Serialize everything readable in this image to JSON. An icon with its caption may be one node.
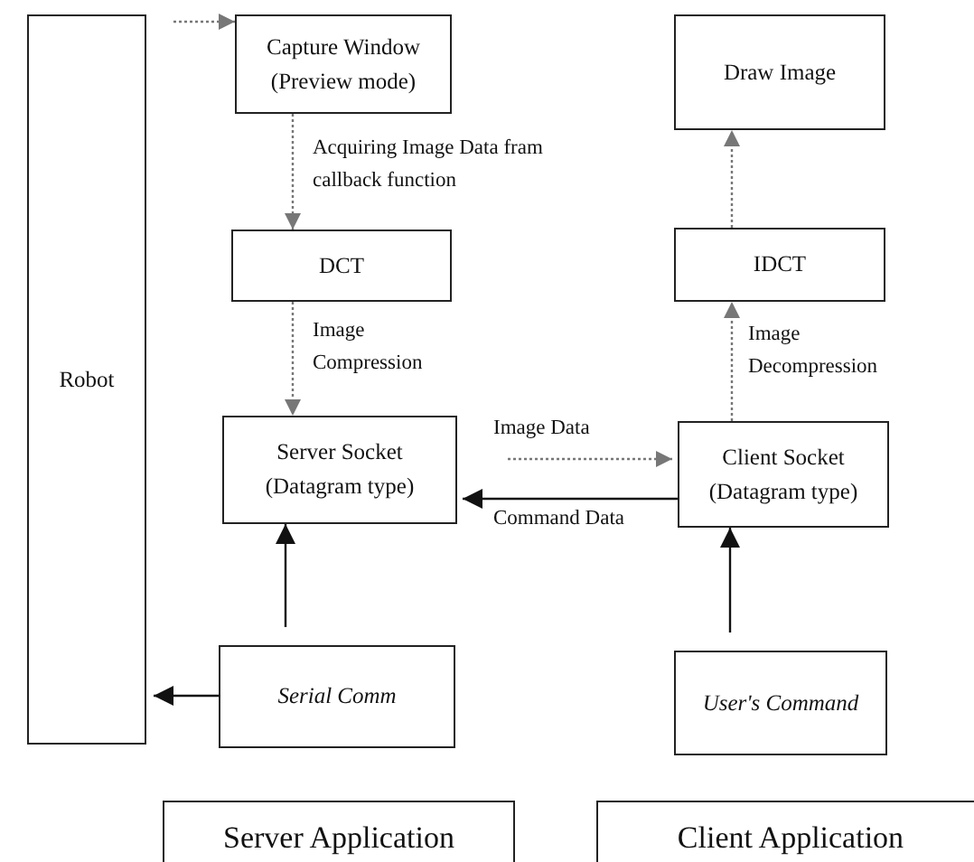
{
  "diagram": {
    "nodes": [
      {
        "text": [
          "Robot"
        ]
      },
      {
        "text": [
          "Capture Window (Preview mode)"
        ]
      },
      {
        "text": [
          "DCT"
        ]
      },
      {
        "text": [
          "Server Socket (Datagram type)"
        ]
      },
      {
        "text": [
          "Serial Comm"
        ]
      },
      {
        "text": [
          "Draw Image"
        ]
      },
      {
        "text": [
          "IDCT"
        ]
      },
      {
        "text": [
          "Client Socket (Datagram type)"
        ]
      },
      {
        "text": [
          "User's Command"
        ]
      },
      {
        "text": [
          "Server Application"
        ]
      },
      {
        "text": [
          "Client Application"
        ]
      }
    ],
    "edges": [
      {
        "from": 0,
        "to": 1,
        "arrow": "to",
        "style": "dashed"
      },
      {
        "from": 1,
        "to": 2,
        "arrow": "to",
        "style": "dashed",
        "label": "Acquiring Image Data fram callback function"
      },
      {
        "from": 2,
        "to": 3,
        "arrow": "to",
        "style": "dashed",
        "label": "Image Compression"
      },
      {
        "from": 3,
        "to": 7,
        "arrow": "to",
        "style": "dashed",
        "label": "Image Data"
      },
      {
        "from": 7,
        "to": 3,
        "arrow": "to",
        "label": "Command Data",
        "color": "#111111"
      },
      {
        "from": 4,
        "to": 3,
        "arrow": "to",
        "color": "#111111"
      },
      {
        "from": 4,
        "to": 0,
        "arrow": "to",
        "color": "#111111"
      },
      {
        "from": 6,
        "to": 5,
        "arrow": "to",
        "style": "dashed"
      },
      {
        "from": 7,
        "to": 6,
        "arrow": "to",
        "style": "dashed",
        "label": "Image Decompression"
      },
      {
        "from": 8,
        "to": 7,
        "arrow": "to",
        "color": "#111111"
      }
    ]
  }
}
